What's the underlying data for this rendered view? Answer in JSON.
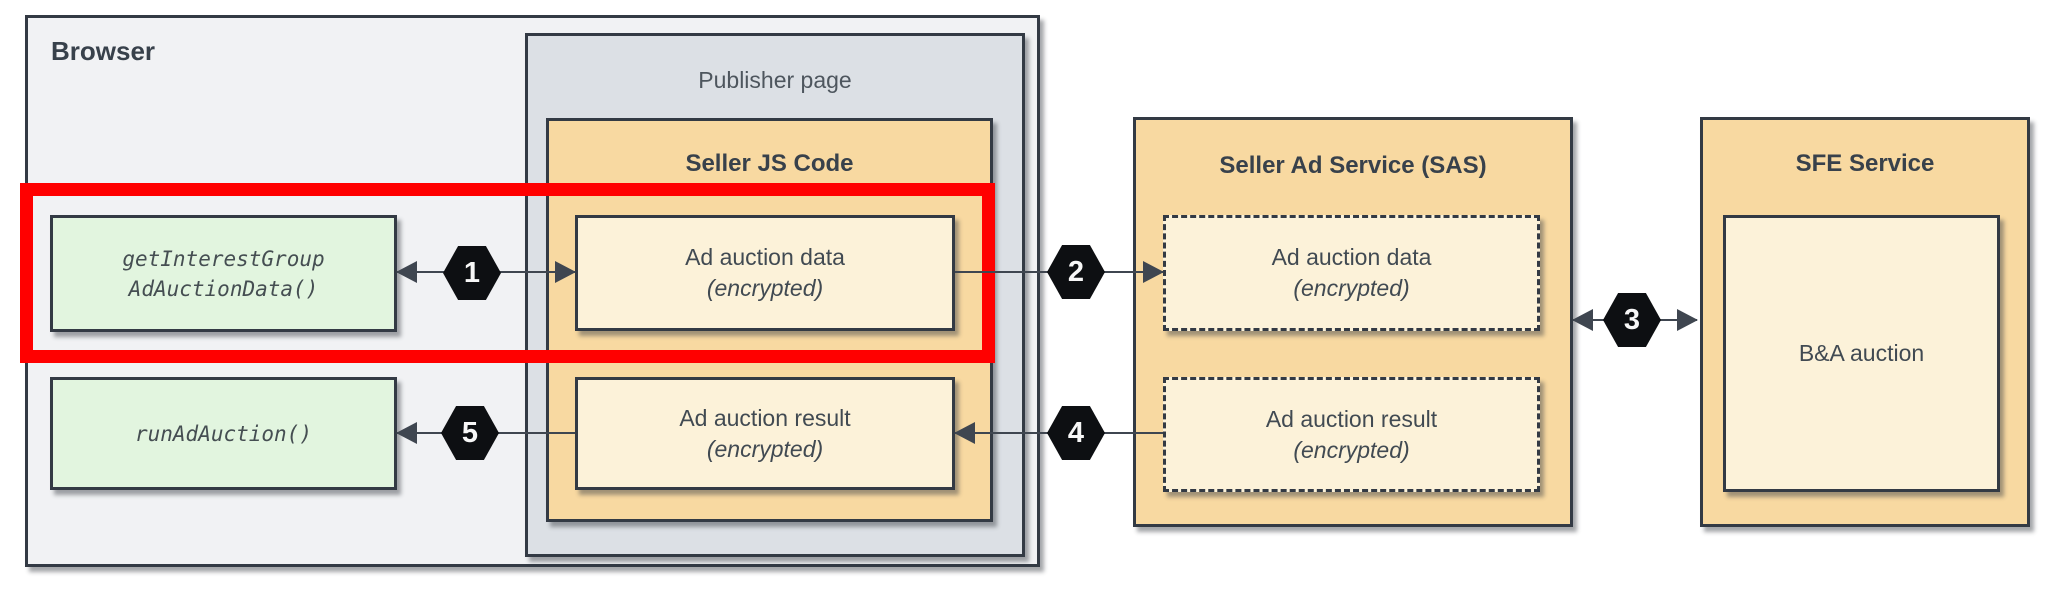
{
  "diagram": {
    "browser": {
      "label": "Browser"
    },
    "publisher": {
      "label": "Publisher page"
    },
    "seller_js": {
      "label": "Seller JS Code",
      "data_box": {
        "line1": "Ad auction data",
        "line2": "(encrypted)"
      },
      "result_box": {
        "line1": "Ad auction result",
        "line2": "(encrypted)"
      }
    },
    "browser_apis": {
      "get_interest_group": {
        "line1": "getInterestGroup",
        "line2": "AdAuctionData()"
      },
      "run_ad_auction": {
        "line1": "runAdAuction()"
      }
    },
    "sas": {
      "label": "Seller Ad Service (SAS)",
      "data_box": {
        "line1": "Ad auction data",
        "line2": "(encrypted)"
      },
      "result_box": {
        "line1": "Ad auction result",
        "line2": "(encrypted)"
      }
    },
    "sfe": {
      "label": "SFE Service",
      "auction_box": {
        "line1": "B&A auction"
      }
    },
    "badges": {
      "step1": "1",
      "step2": "2",
      "step3": "3",
      "step4": "4",
      "step5": "5"
    },
    "colors": {
      "highlight_red": "#FF0000",
      "container_orange": "#F8D9A1",
      "inner_cream": "#FCF2D9",
      "api_green": "#E2F5DF",
      "publisher_gray": "#DCE0E5",
      "browser_gray": "#F1F2F4",
      "border_dark": "#333A44",
      "badge_black": "#0D0F12",
      "arrow_gray": "#3F4650"
    }
  }
}
